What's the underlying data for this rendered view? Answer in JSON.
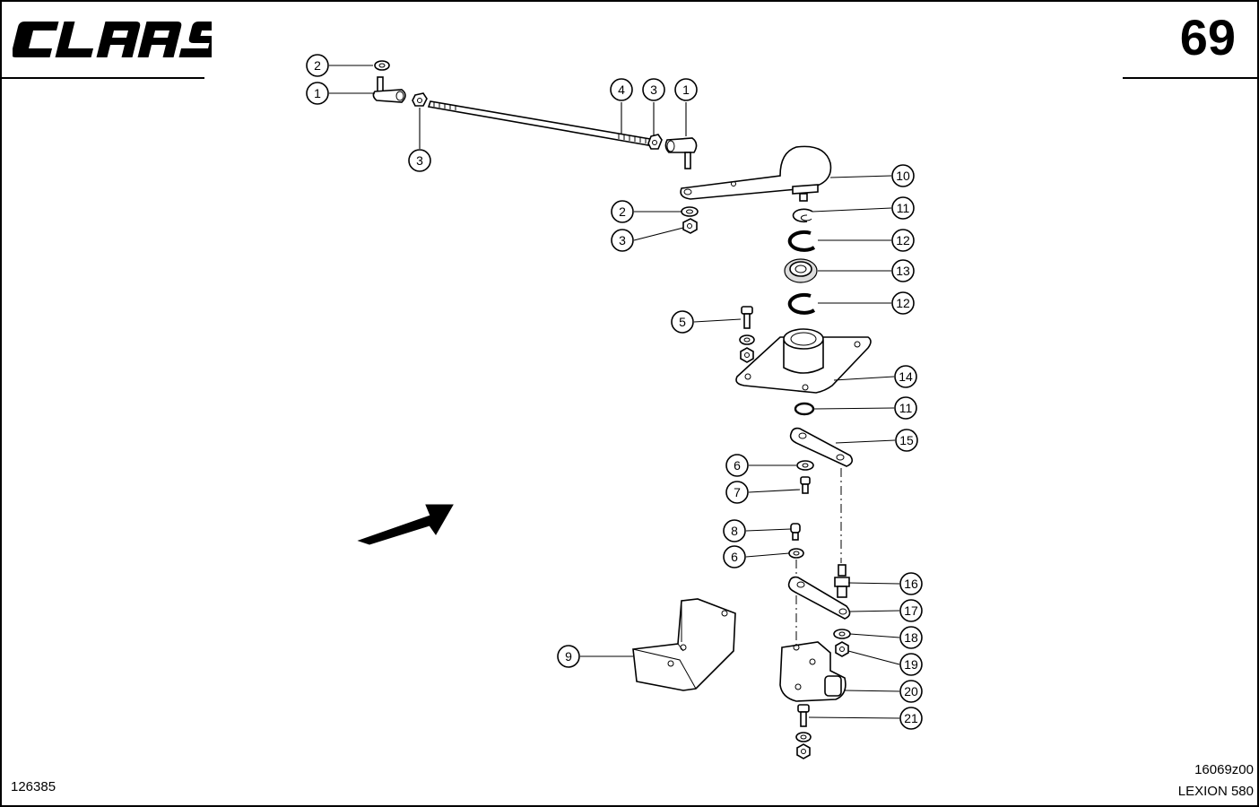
{
  "header": {
    "brand": "CLAAS",
    "page_number": "69"
  },
  "footer": {
    "left_code": "126385",
    "right_code": "16069z00",
    "model": "LEXION 580"
  },
  "callouts": [
    {
      "id": "c-2a",
      "label": "2"
    },
    {
      "id": "c-1a",
      "label": "1"
    },
    {
      "id": "c-3a",
      "label": "3"
    },
    {
      "id": "c-4",
      "label": "4"
    },
    {
      "id": "c-3b",
      "label": "3"
    },
    {
      "id": "c-1b",
      "label": "1"
    },
    {
      "id": "c-2b",
      "label": "2"
    },
    {
      "id": "c-3c",
      "label": "3"
    },
    {
      "id": "c-10",
      "label": "10"
    },
    {
      "id": "c-11a",
      "label": "11"
    },
    {
      "id": "c-12a",
      "label": "12"
    },
    {
      "id": "c-13",
      "label": "13"
    },
    {
      "id": "c-12b",
      "label": "12"
    },
    {
      "id": "c-5",
      "label": "5"
    },
    {
      "id": "c-14",
      "label": "14"
    },
    {
      "id": "c-11b",
      "label": "11"
    },
    {
      "id": "c-15",
      "label": "15"
    },
    {
      "id": "c-6a",
      "label": "6"
    },
    {
      "id": "c-7",
      "label": "7"
    },
    {
      "id": "c-8",
      "label": "8"
    },
    {
      "id": "c-6b",
      "label": "6"
    },
    {
      "id": "c-16",
      "label": "16"
    },
    {
      "id": "c-17",
      "label": "17"
    },
    {
      "id": "c-18",
      "label": "18"
    },
    {
      "id": "c-9",
      "label": "9"
    },
    {
      "id": "c-19",
      "label": "19"
    },
    {
      "id": "c-20",
      "label": "20"
    },
    {
      "id": "c-21",
      "label": "21"
    }
  ]
}
